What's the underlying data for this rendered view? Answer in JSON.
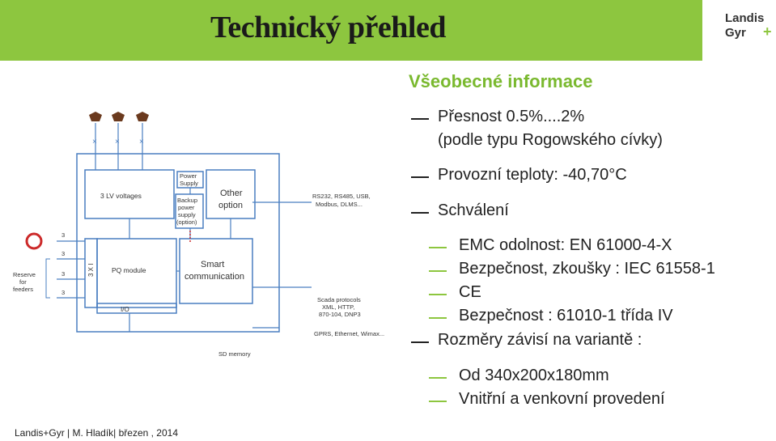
{
  "header": {
    "title": "Technický přehled",
    "logo_line1": "Landis",
    "logo_line2": "Gyr",
    "logo_plus": "+"
  },
  "content": {
    "heading": "Všeobecné informace",
    "items": [
      {
        "text": "Přesnost 0.5%....2%"
      },
      {
        "text": "(podle typu Rogowského cívky)"
      },
      {
        "text": "Provozní teploty: -40,70°C"
      },
      {
        "text": "Schválení"
      },
      {
        "text": "EMC  odolnost: EN 61000-4-X"
      },
      {
        "text": "Bezpečnost, zkoušky : IEC 61558-1"
      },
      {
        "text": "CE"
      },
      {
        "text": "Bezpečnost : 61010-1 třída IV"
      },
      {
        "text": "Rozměry závisí na variantě :"
      },
      {
        "text": "Od 340x200x180mm"
      },
      {
        "text": "Vnitřní a venkovní provedení"
      }
    ]
  },
  "diagram": {
    "lv_voltages": "3 LV voltages",
    "power_supply_1": "Power",
    "power_supply_2": "Supply",
    "backup_1": "Backup",
    "backup_2": "power",
    "backup_3": "supply",
    "backup_4": "(option)",
    "other_1": "Other",
    "other_2": "option",
    "protocols_1": "RS232, RS485, USB,",
    "protocols_2": "Modbus, DLMS...",
    "pq_module": "PQ module",
    "three_x_i": "3 X I",
    "smart_1": "Smart",
    "smart_2": "communication",
    "io": "I/O",
    "reserve_1": "Reserve",
    "reserve_2": "for",
    "reserve_3": "feeders",
    "num3": "3",
    "scada_1": "Scada protocols",
    "scada_2": "XML, HTTP,",
    "scada_3": "870-104, DNP3",
    "gprs": "GPRS, Ethernet, Wimax...",
    "sd_memory": "SD memory",
    "x_mark": "×"
  },
  "footer": {
    "text": "Landis+Gyr | M. Hladík| březen , 2014"
  },
  "colors": {
    "banner": "#8dc63f",
    "heading": "#7ab92f",
    "diagram_blue": "#4a7fc1"
  }
}
